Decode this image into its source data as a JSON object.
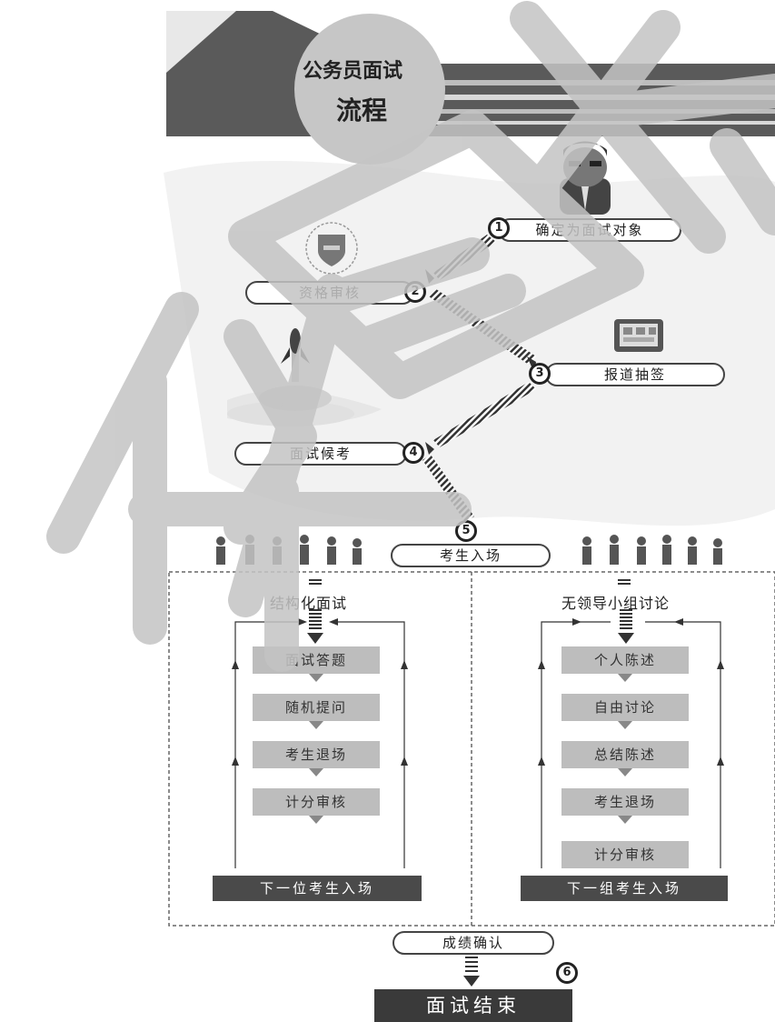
{
  "title": {
    "line1": "公务员面试",
    "line2": "流程"
  },
  "steps": [
    {
      "num": "1",
      "label": "确定为面试对象"
    },
    {
      "num": "2",
      "label": "资格审核"
    },
    {
      "num": "3",
      "label": "报道抽签"
    },
    {
      "num": "4",
      "label": "面试候考"
    },
    {
      "num": "5",
      "label": "考生入场"
    },
    {
      "num": "6",
      "label": "成绩确认"
    }
  ],
  "left_panel": {
    "title": "结构化面试",
    "items": [
      "面试答题",
      "随机提问",
      "考生退场",
      "计分审核"
    ],
    "footer": "下一位考生入场"
  },
  "right_panel": {
    "title": "无领导小组讨论",
    "items": [
      "个人陈述",
      "自由讨论",
      "总结陈述",
      "考生退场",
      "计分审核"
    ],
    "footer": "下一组考生入场"
  },
  "final": "面试结束",
  "watermark": "华图教育"
}
